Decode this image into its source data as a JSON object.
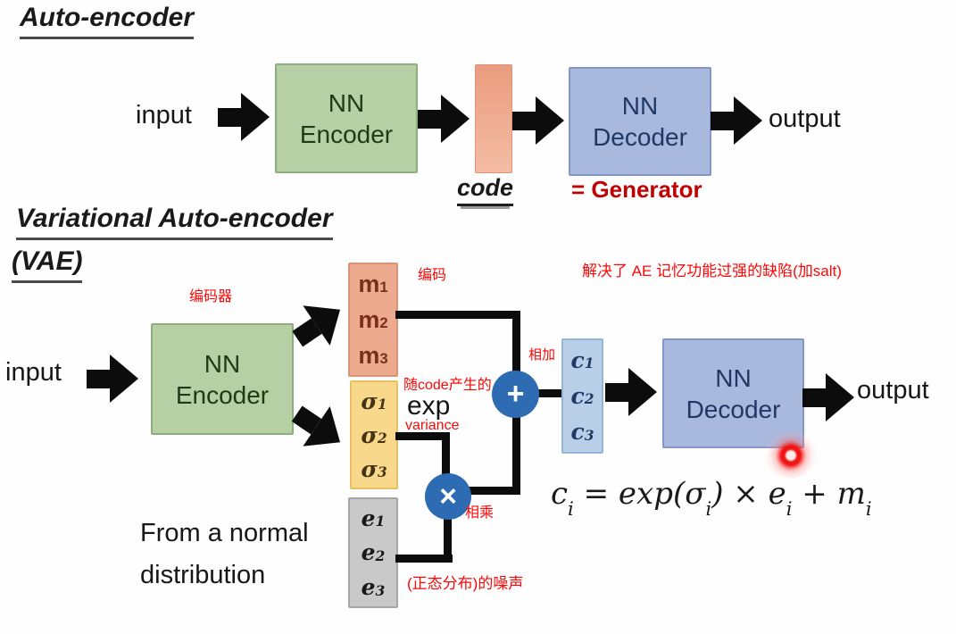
{
  "ae": {
    "title": "Auto-encoder",
    "input_label": "input",
    "encoder_line1": "NN",
    "encoder_line2": "Encoder",
    "code_label": "code",
    "decoder_line1": "NN",
    "decoder_line2": "Decoder",
    "generator_label": "= Generator",
    "output_label": "output"
  },
  "vae": {
    "title_line1": "Variational Auto-encoder",
    "title_line2": "(VAE)",
    "input_label": "input",
    "encoder_line1": "NN",
    "encoder_line2": "Encoder",
    "decoder_line1": "NN",
    "decoder_line2": "Decoder",
    "output_label": "output",
    "exp_label": "exp",
    "normal_dist_line1": "From a normal",
    "normal_dist_line2": "distribution",
    "plus_op": "+",
    "times_op": "×",
    "m_box": {
      "rows": [
        {
          "base": "m",
          "sub": "1"
        },
        {
          "base": "m",
          "sub": "2"
        },
        {
          "base": "m",
          "sub": "3"
        }
      ]
    },
    "sigma_box": {
      "rows": [
        {
          "base": "σ",
          "sub": "1"
        },
        {
          "base": "σ",
          "sub": "2"
        },
        {
          "base": "σ",
          "sub": "3"
        }
      ]
    },
    "e_box": {
      "rows": [
        {
          "base": "e",
          "sub": "1"
        },
        {
          "base": "e",
          "sub": "2"
        },
        {
          "base": "e",
          "sub": "3"
        }
      ]
    },
    "c_box": {
      "rows": [
        {
          "base": "c",
          "sub": "1"
        },
        {
          "base": "c",
          "sub": "2"
        },
        {
          "base": "c",
          "sub": "3"
        }
      ]
    },
    "formula": {
      "p0": "c",
      "s0": "i",
      "p1": " = exp(",
      "p2": "σ",
      "s1": "i",
      "p3": ") × ",
      "p4": "e",
      "s2": "i",
      "p5": " + ",
      "p6": "m",
      "s3": "i"
    }
  },
  "annotations": {
    "encoder_note": "编码器",
    "encode_note": "编码",
    "salt_note": "解决了 AE 记忆功能过强的缺陷(加salt)",
    "variance_note_line1": "随code产生的",
    "variance_note_line2": "variance",
    "add_note": "相加",
    "multiply_note": "相乘",
    "noise_note": "(正态分布)的噪声"
  },
  "colors": {
    "encoder_fill": "#b6cfa4",
    "decoder_fill": "#a9b8dd",
    "code_bar_fill": "#efae93",
    "m_box_fill": "#edaa8f",
    "sigma_box_fill": "#f8d98b",
    "e_box_fill": "#c9c9c9",
    "c_box_fill": "#b9cfe8",
    "operator_circle_fill": "#2d6bb2",
    "annotation_red": "#fb0807",
    "generator_red": "#c00000",
    "arrow_black": "#0c0c0c"
  }
}
